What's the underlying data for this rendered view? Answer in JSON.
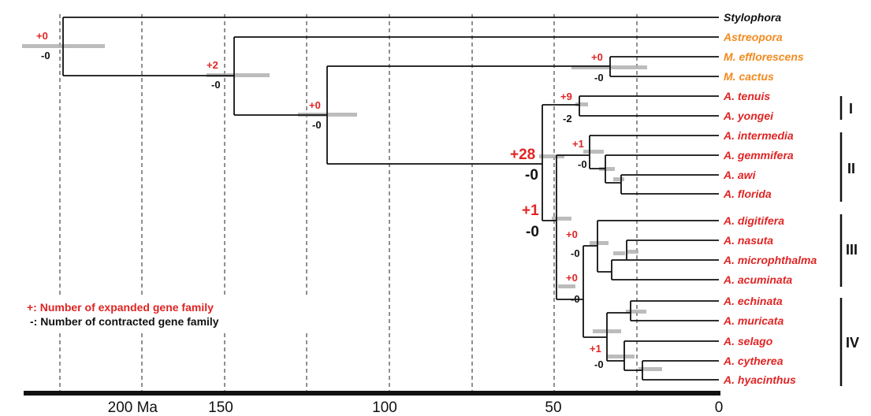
{
  "axis": {
    "ticks": [
      {
        "label": "200 Ma",
        "value": 200
      },
      {
        "label": "150",
        "value": 150
      },
      {
        "label": "100",
        "value": 100
      },
      {
        "label": "50",
        "value": 50
      },
      {
        "label": "0",
        "value": 0
      }
    ]
  },
  "taxa": [
    {
      "name": "Stylophora",
      "color": "#111111"
    },
    {
      "name": "Astreopora",
      "color": "#f28a1e"
    },
    {
      "name": "M. efflorescens",
      "color": "#f28a1e"
    },
    {
      "name": "M. cactus",
      "color": "#f28a1e"
    },
    {
      "name": "A. tenuis",
      "color": "#e02424"
    },
    {
      "name": "A. yongei",
      "color": "#e02424"
    },
    {
      "name": "A. intermedia",
      "color": "#e02424"
    },
    {
      "name": "A. gemmifera",
      "color": "#e02424"
    },
    {
      "name": "A. awi",
      "color": "#e02424"
    },
    {
      "name": "A. florida",
      "color": "#e02424"
    },
    {
      "name": "A. digitifera",
      "color": "#e02424"
    },
    {
      "name": "A. nasuta",
      "color": "#e02424"
    },
    {
      "name": "A. microphthalma",
      "color": "#e02424"
    },
    {
      "name": "A. acuminata",
      "color": "#e02424"
    },
    {
      "name": "A. echinata",
      "color": "#e02424"
    },
    {
      "name": "A. muricata",
      "color": "#e02424"
    },
    {
      "name": "A. selago",
      "color": "#e02424"
    },
    {
      "name": "A. cytherea",
      "color": "#e02424"
    },
    {
      "name": "A. hyacinthus",
      "color": "#e02424"
    }
  ],
  "clades": [
    {
      "label": "I"
    },
    {
      "label": "II"
    },
    {
      "label": "III"
    },
    {
      "label": "IV"
    }
  ],
  "node_annotations": {
    "root": {
      "plus": "+0",
      "minus": "-0"
    },
    "astreopora_split": {
      "plus": "+2",
      "minus": "-0"
    },
    "montipora_acropora": {
      "plus": "+0",
      "minus": "-0"
    },
    "montipora": {
      "plus": "+0",
      "minus": "-0"
    },
    "clade_I": {
      "plus": "+9",
      "minus": "-2"
    },
    "acropora_crown": {
      "plus": "+28",
      "minus": "-0"
    },
    "clade_II_to_IV": {
      "plus": "+1",
      "minus": "-0"
    },
    "clade_II": {
      "plus": "+1",
      "minus": "-0"
    },
    "clade_III": {
      "plus": "+0",
      "minus": "-0"
    },
    "clade_III_IV": {
      "plus": "+0",
      "minus": "-0"
    },
    "clade_IV_sub": {
      "plus": "+1",
      "minus": "-0"
    }
  },
  "legend": {
    "plus": "+:  Number of expanded gene family",
    "minus": "-:  Number of contracted gene family"
  },
  "colors": {
    "expanded": "#e02424",
    "contracted": "#111111",
    "montipora_astreopora": "#f28a1e",
    "acropora": "#e02424"
  }
}
